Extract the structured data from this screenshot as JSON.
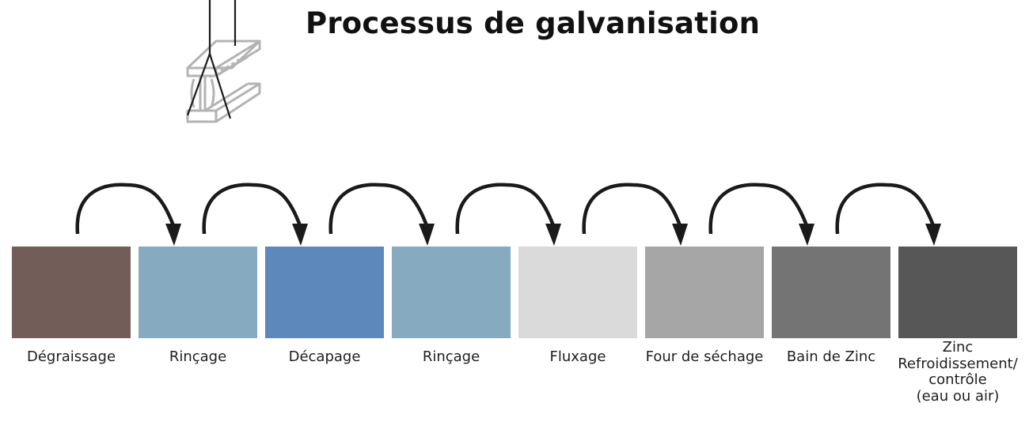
{
  "title": "Processus de galvanisation",
  "beam_icon": "steel-i-beam-on-hoist-icon",
  "arrow_icon": "curved-arrow-icon",
  "steps": [
    {
      "label": "Dégraissage",
      "color": "#735d59"
    },
    {
      "label": "Rinçage",
      "color": "#86aabf"
    },
    {
      "label": "Décapage",
      "color": "#5c88bc"
    },
    {
      "label": "Rinçage",
      "color": "#86aabf"
    },
    {
      "label": "Fluxage",
      "color": "#dadada"
    },
    {
      "label": "Four de séchage",
      "color": "#a6a6a6"
    },
    {
      "label": "Bain de Zinc",
      "color": "#747474"
    },
    {
      "label": "Zinc\nRefroidissement/\ncontrôle\n(eau ou air)",
      "color": "#575757"
    }
  ]
}
